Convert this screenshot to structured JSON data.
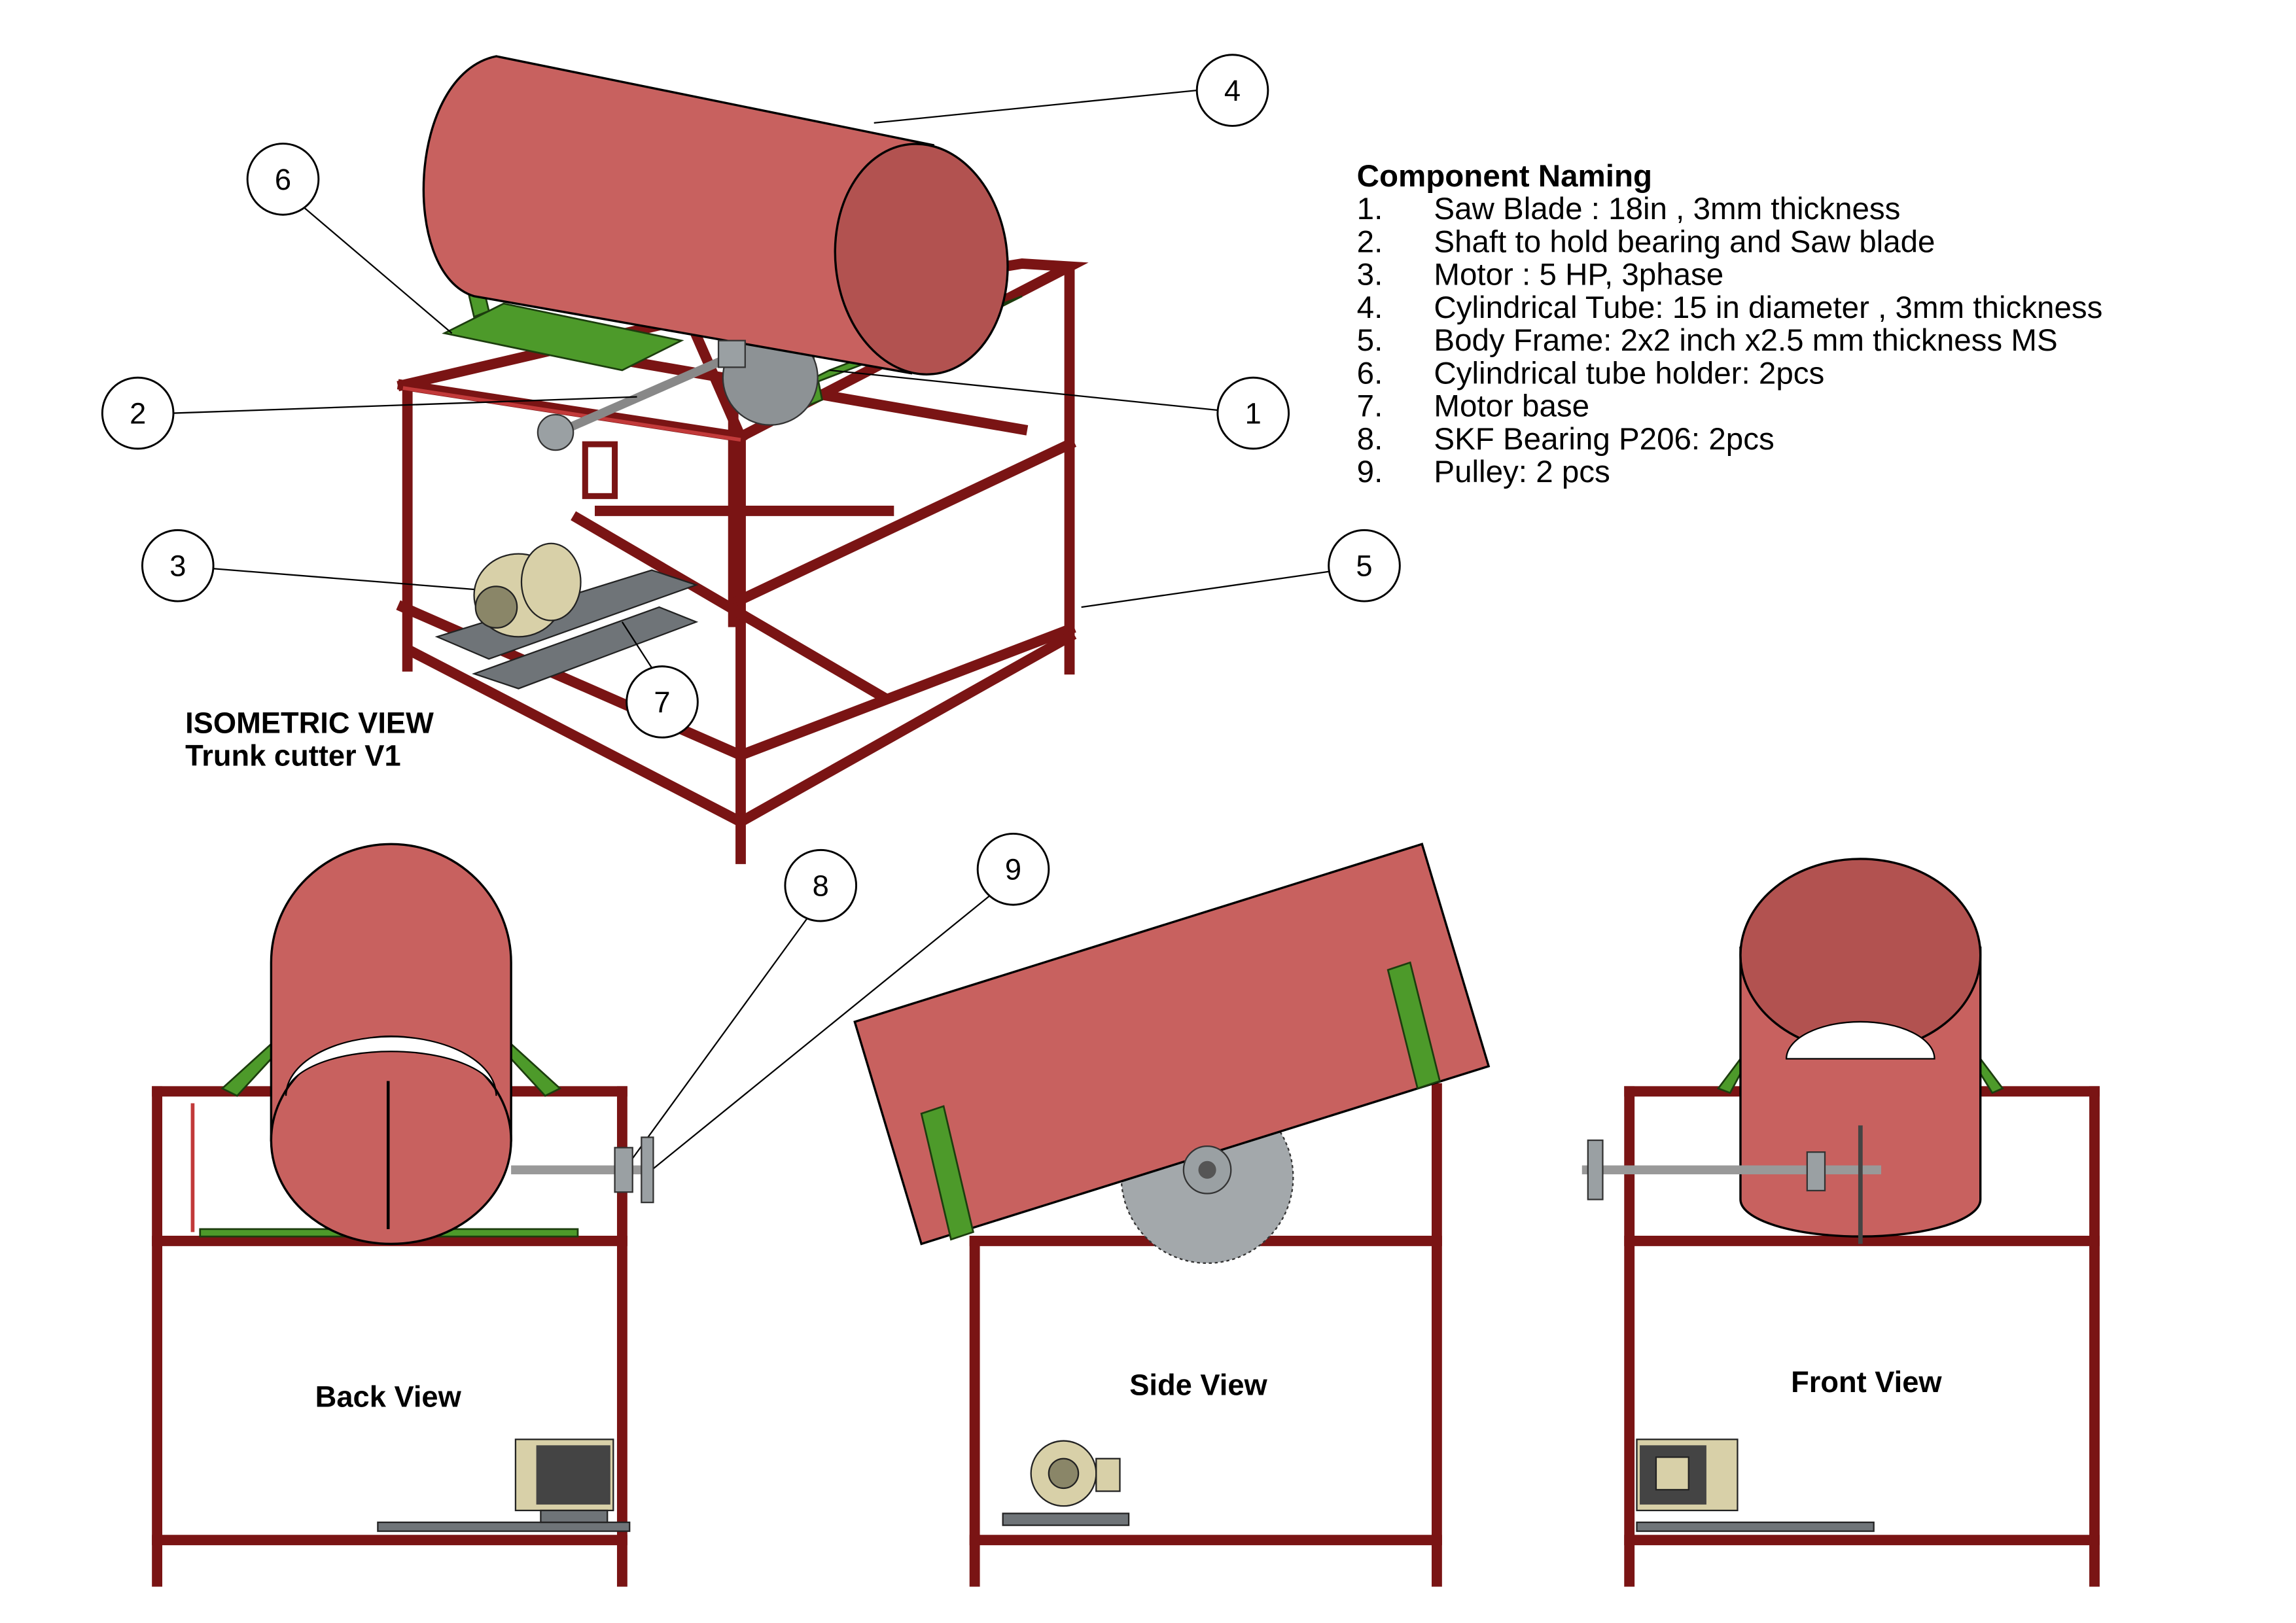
{
  "isometric": {
    "title": "ISOMETRIC VIEW",
    "subtitle": "Trunk cutter V1"
  },
  "component_naming": {
    "heading": "Component Naming",
    "items": [
      {
        "num": "1.",
        "text": "Saw Blade : 18in , 3mm thickness"
      },
      {
        "num": "2.",
        "text": "Shaft to hold bearing and Saw blade"
      },
      {
        "num": "3.",
        "text": "Motor : 5 HP, 3phase"
      },
      {
        "num": "4.",
        "text": "Cylindrical Tube: 15 in diameter , 3mm thickness"
      },
      {
        "num": "5.",
        "text": "Body Frame: 2x2 inch x2.5 mm thickness MS"
      },
      {
        "num": "6.",
        "text": "Cylindrical tube holder: 2pcs"
      },
      {
        "num": "7.",
        "text": "Motor base"
      },
      {
        "num": "8.",
        "text": "SKF Bearing P206: 2pcs"
      },
      {
        "num": "9.",
        "text": "Pulley: 2 pcs"
      }
    ]
  },
  "callouts": {
    "c1": "1",
    "c2": "2",
    "c3": "3",
    "c4": "4",
    "c5": "5",
    "c6": "6",
    "c7": "7",
    "c8": "8",
    "c9": "9"
  },
  "views": {
    "back": "Back View",
    "side": "Side View",
    "front": "Front View"
  },
  "colors": {
    "frame": "#7a1414",
    "tube": "#c8615f",
    "holder": "#4d9a2a"
  }
}
